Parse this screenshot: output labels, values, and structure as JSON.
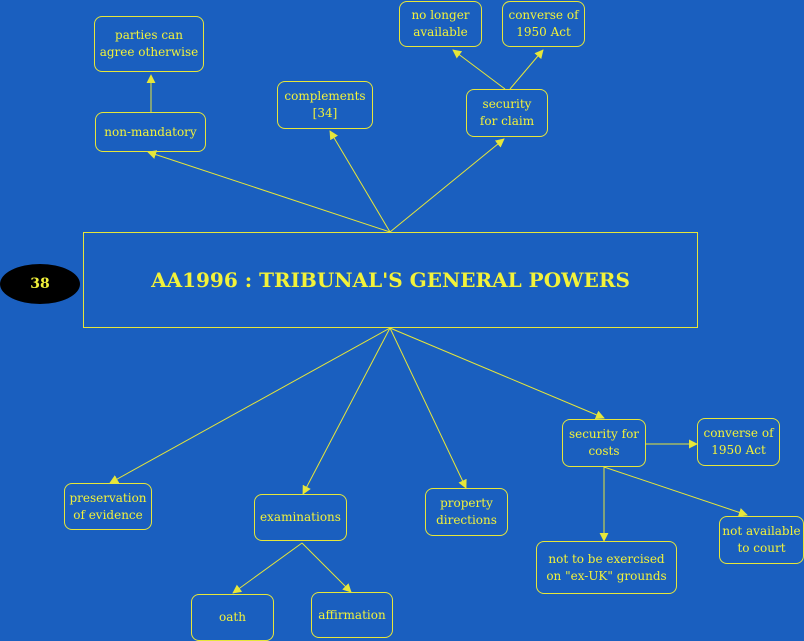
{
  "colors": {
    "background": "#1a5fbf",
    "line": "#e6e63a",
    "text": "#f2f23a",
    "badge": "#000000"
  },
  "badge_number": "38",
  "title": "AA1996 : TRIBUNAL'S GENERAL POWERS",
  "nodes": {
    "parties_can_agree": "parties can\nagree otherwise",
    "non_mandatory": "non-mandatory",
    "complements": "complements\n[34]",
    "no_longer_available": "no longer\navailable",
    "converse_top": "converse of\n1950 Act",
    "security_for_claim": "security\nfor claim",
    "preservation": "preservation\nof evidence",
    "examinations": "examinations",
    "property_directions": "property\ndirections",
    "security_for_costs": "security for\ncosts",
    "converse_right": "converse of\n1950 Act",
    "not_available_court": "not available\nto court",
    "not_exercised": "not to be exercised\non \"ex-UK\" grounds",
    "oath": "oath",
    "affirmation": "affirmation"
  }
}
